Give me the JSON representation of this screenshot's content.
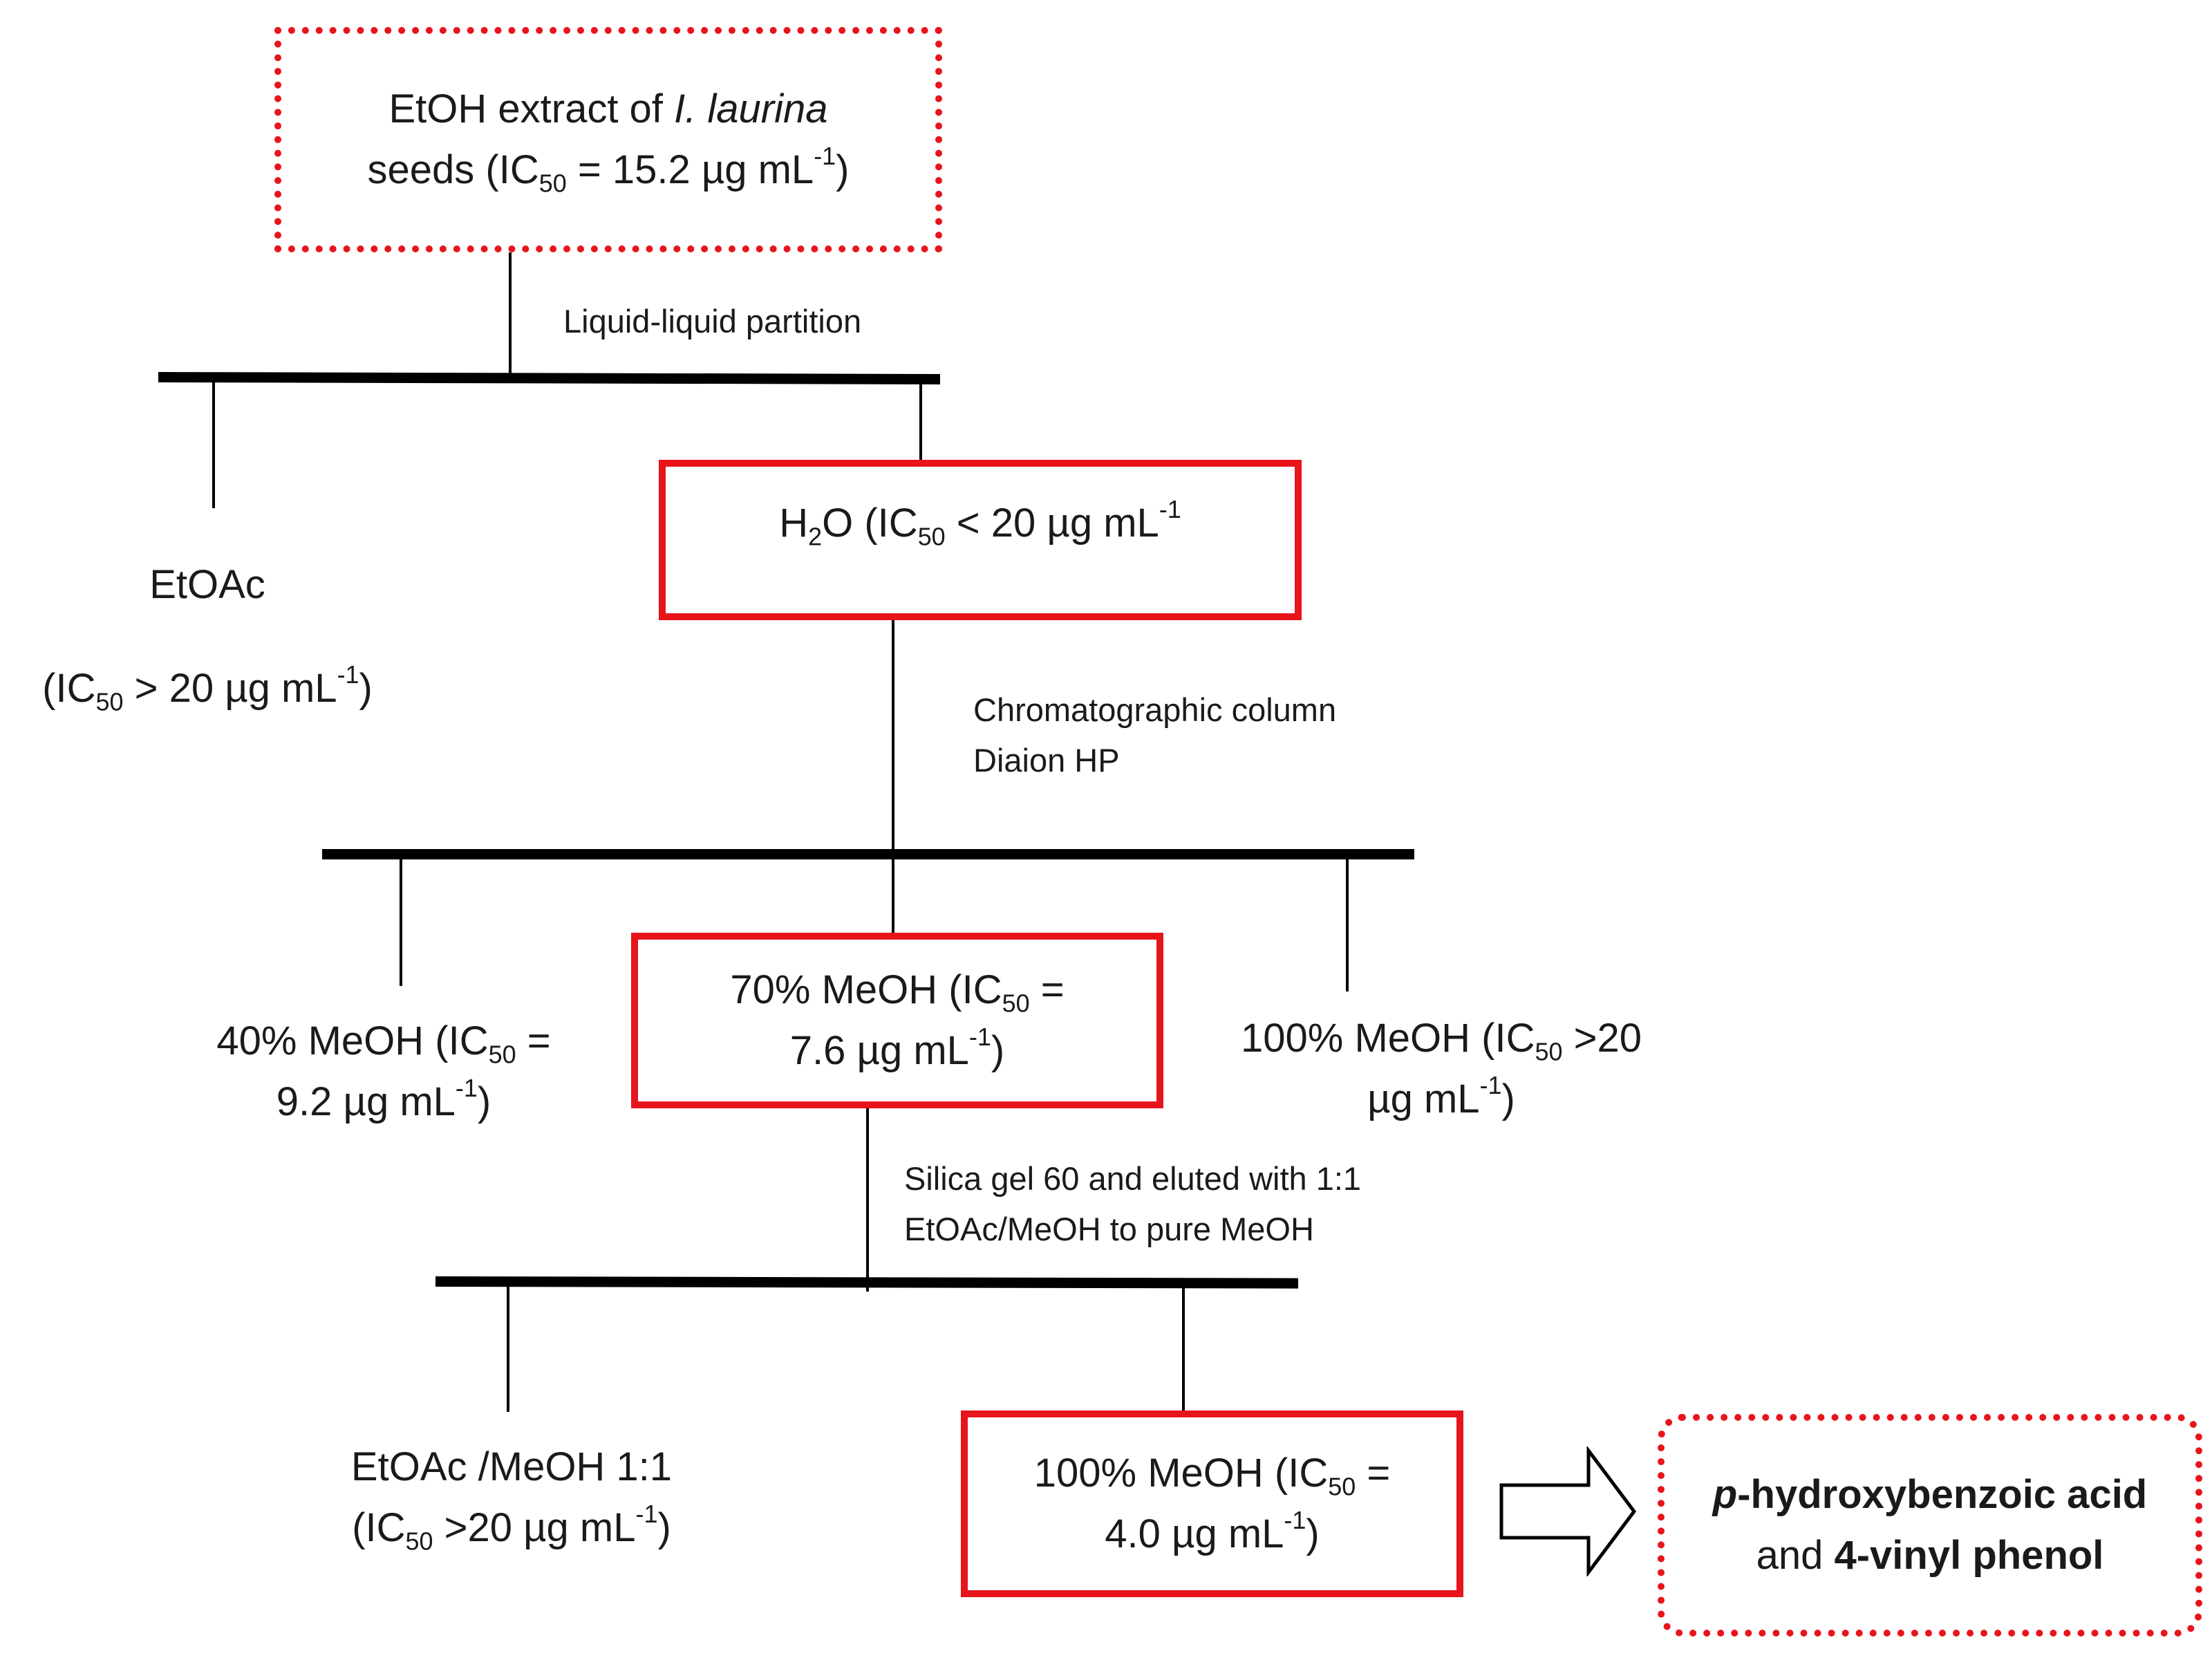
{
  "nodes": {
    "extract": {
      "a": "EtOH extract of ",
      "species": "I. laurina",
      "b": "seeds (IC",
      "sub": "50",
      "c": " = 15.2 µg mL",
      "sup": "-1",
      "d": ")"
    },
    "etoac": {
      "name": "EtOAc",
      "a": "(IC",
      "sub": "50",
      "b": " > 20 µg mL",
      "sup": "-1",
      "c": ")"
    },
    "h2o": {
      "h": "H",
      "h_sub": "2",
      "o": "O (IC",
      "sub": "50",
      "b": " < 20 µg mL",
      "sup": "-1"
    },
    "meoh40": {
      "a": "40% MeOH (IC",
      "sub": "50",
      "b": " =",
      "c": "9.2 µg mL",
      "sup": "-1",
      "d": ")"
    },
    "meoh70": {
      "a": "70% MeOH (IC",
      "sub": "50",
      "b": " =",
      "c": "7.6 µg mL",
      "sup": "-1",
      "d": ")"
    },
    "meoh100a": {
      "a": "100% MeOH (IC",
      "sub": "50",
      "b": " >20",
      "c": "µg mL",
      "sup": "-1",
      "d": ")"
    },
    "etoac_meoh": {
      "a": "EtOAc /MeOH 1:1",
      "b": "(IC",
      "sub": "50",
      "c": " >20 µg mL",
      "sup": "-1",
      "d": ")"
    },
    "meoh100b": {
      "a": "100% MeOH (IC",
      "sub": "50",
      "b": " =",
      "c": "4.0 µg mL",
      "sup": "-1",
      "d": ")"
    },
    "result": {
      "p": "p",
      "a": "-hydroxybenzoic acid",
      "b": "and ",
      "c": "4-vinyl phenol"
    }
  },
  "steps": {
    "partition": "Liquid-liquid partition",
    "column_1": "Chromatographic column",
    "column_2": "Diaion HP",
    "silica_1": "Silica gel 60 and eluted with 1:1",
    "silica_2": "EtOAc/MeOH to pure MeOH"
  },
  "colors": {
    "highlight_border": "#e8141b",
    "lines": "#000000"
  }
}
